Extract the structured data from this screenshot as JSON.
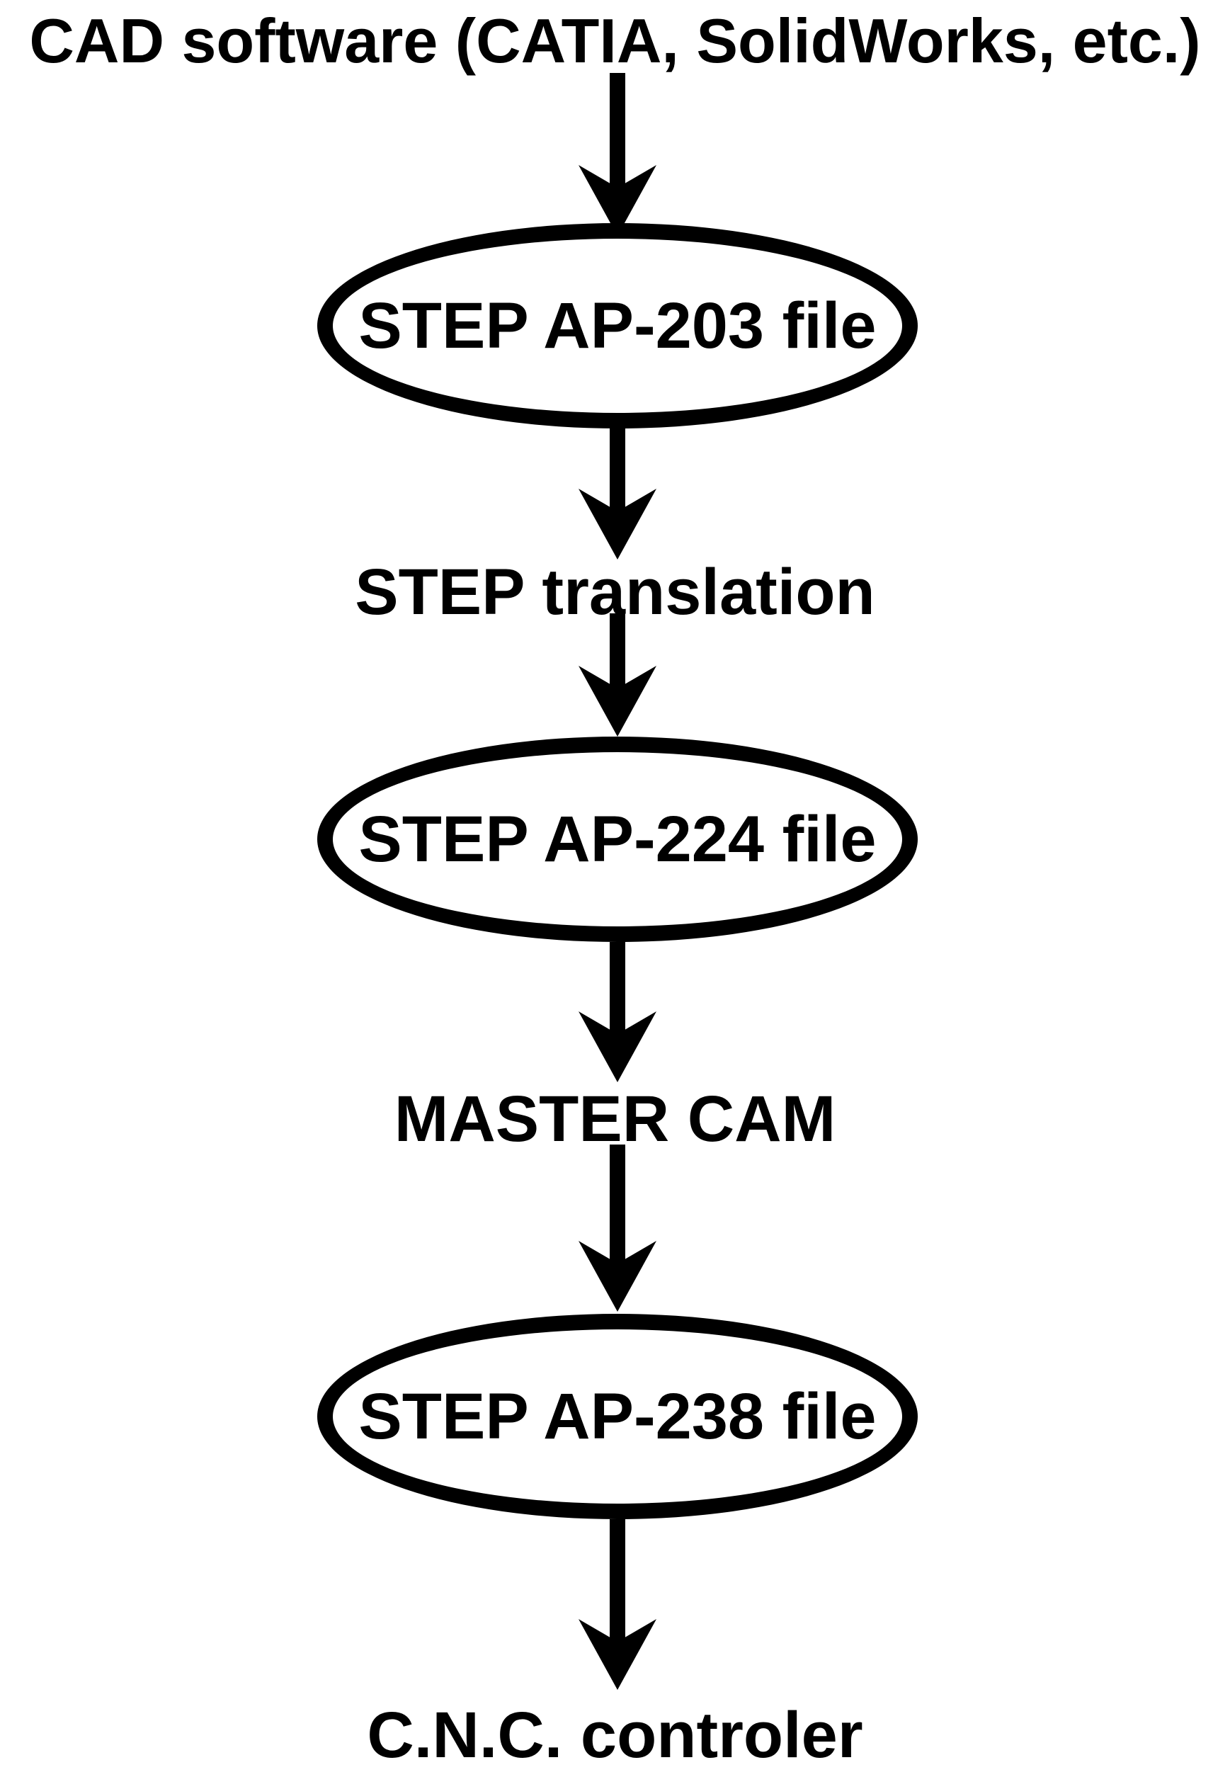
{
  "diagram": {
    "type": "flowchart",
    "direction": "top-down",
    "colors": {
      "ink": "#000000",
      "background": "#ffffff"
    },
    "nodes": [
      {
        "id": "cad-software",
        "shape": "text",
        "label": "CAD software (CATIA, SolidWorks, etc.)"
      },
      {
        "id": "step-ap-203",
        "shape": "ellipse",
        "label": "STEP AP-203 file"
      },
      {
        "id": "step-translation",
        "shape": "text",
        "label": "STEP translation"
      },
      {
        "id": "step-ap-224",
        "shape": "ellipse",
        "label": "STEP AP-224 file"
      },
      {
        "id": "master-cam",
        "shape": "text",
        "label": "MASTER CAM"
      },
      {
        "id": "step-ap-238",
        "shape": "ellipse",
        "label": "STEP AP-238 file"
      },
      {
        "id": "cnc-controller",
        "shape": "text",
        "label": "C.N.C. controler"
      }
    ],
    "edges": [
      {
        "from": "cad-software",
        "to": "step-ap-203",
        "style": "arrow-down"
      },
      {
        "from": "step-ap-203",
        "to": "step-translation",
        "style": "arrow-down"
      },
      {
        "from": "step-translation",
        "to": "step-ap-224",
        "style": "arrow-down"
      },
      {
        "from": "step-ap-224",
        "to": "master-cam",
        "style": "arrow-down"
      },
      {
        "from": "master-cam",
        "to": "step-ap-238",
        "style": "arrow-down"
      },
      {
        "from": "step-ap-238",
        "to": "cnc-controller",
        "style": "arrow-down"
      }
    ]
  }
}
